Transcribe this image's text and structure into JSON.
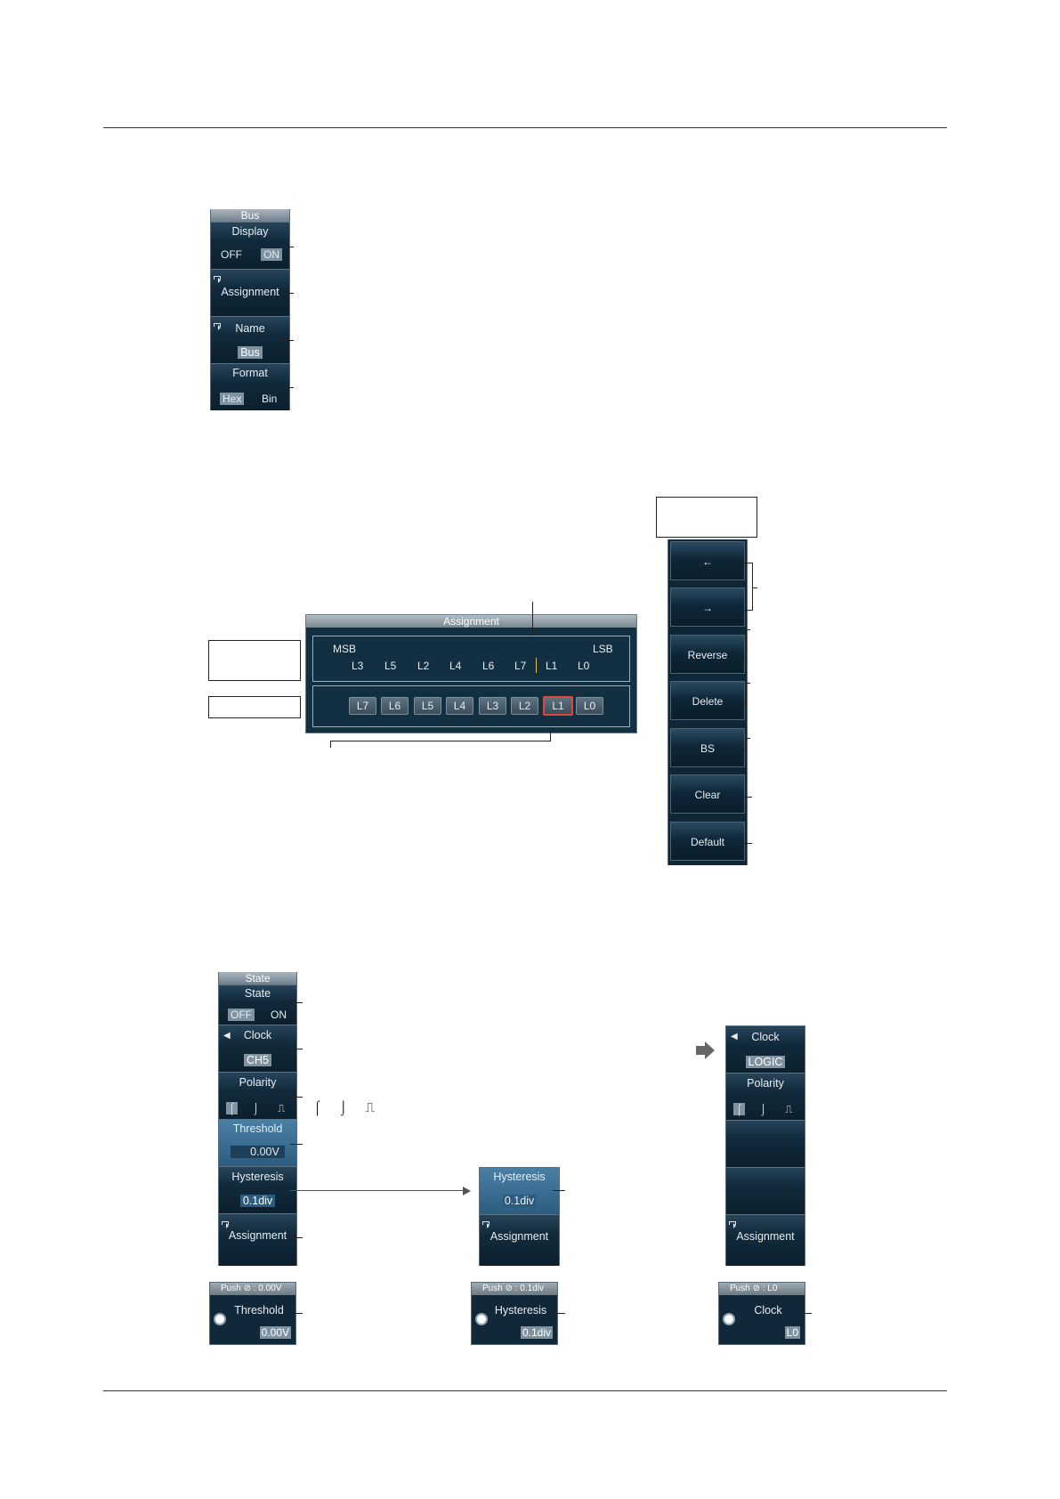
{
  "bus_menu": {
    "header": "Bus",
    "display": {
      "label": "Display",
      "off": "OFF",
      "on": "ON"
    },
    "assignment": "Assignment",
    "name": {
      "label": "Name",
      "value": "Bus"
    },
    "format": {
      "label": "Format",
      "hex": "Hex",
      "bin": "Bin"
    }
  },
  "assignment_window": {
    "title": "Assignment",
    "msb": "MSB",
    "lsb": "LSB",
    "order": [
      "L3",
      "L5",
      "L2",
      "L4",
      "L6",
      "L7",
      "L1",
      "L0"
    ],
    "chips": [
      "L7",
      "L6",
      "L5",
      "L4",
      "L3",
      "L2",
      "L1",
      "L0"
    ],
    "selected_chip": "L1"
  },
  "edit_keys": [
    "←",
    "→",
    "Reverse",
    "Delete",
    "BS",
    "Clear",
    "Default"
  ],
  "state_menu": {
    "header": "State",
    "state": {
      "label": "State",
      "off": "OFF",
      "on": "ON"
    },
    "clock": {
      "label": "Clock",
      "value": "CH5"
    },
    "polarity": {
      "label": "Polarity",
      "rise": "⌠",
      "fall": "⌡",
      "both": "⎍"
    },
    "threshold": {
      "label": "Threshold",
      "value": "0.00V"
    },
    "hysteresis": {
      "label": "Hysteresis",
      "value": "0.1div"
    },
    "assignment": "Assignment"
  },
  "polarity_legend": [
    "⌠",
    "⌡",
    "⎍"
  ],
  "hysteresis_menu": {
    "hysteresis": {
      "label": "Hysteresis",
      "value": "0.1div"
    },
    "assignment": "Assignment"
  },
  "logic_clock_menu": {
    "clock": {
      "label": "Clock",
      "value": "LOGIC"
    },
    "polarity": {
      "label": "Polarity"
    },
    "assignment": "Assignment"
  },
  "jog_threshold": {
    "top": "Push ⊘ : 0.00V",
    "title": "Threshold",
    "value": "0.00V"
  },
  "jog_hysteresis": {
    "top": "Push ⊘ : 0.1div",
    "title": "Hysteresis",
    "value": "0.1div"
  },
  "jog_clock": {
    "top": "Push ⊘ : L0",
    "title": "Clock",
    "value": "L0"
  }
}
